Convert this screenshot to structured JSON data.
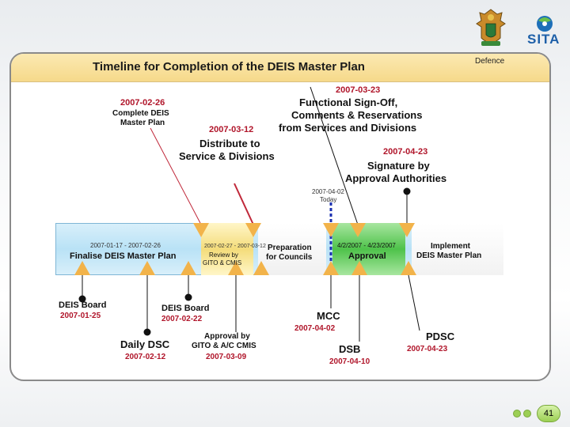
{
  "header": {
    "title": "Timeline for Completion of the DEIS Master Plan",
    "org_label": "Defence"
  },
  "above": {
    "fs_date": "2007-03-23",
    "fs_label": "Functional Sign-Off,",
    "fs_label2": "Comments & Reservations",
    "fs_label3": "from Services and Divisions",
    "cm_date": "2007-02-26",
    "cm_label": "Complete DEIS",
    "cm_label2": "Master Plan",
    "dist_date": "2007-03-12",
    "dist_label": "Distribute to",
    "dist_label2": "Service & Divisions",
    "sig_date": "2007-04-23",
    "sig_label": "Signature by",
    "sig_label2": "Approval Authorities",
    "today_date": "2007-04-02",
    "today_label": "Today"
  },
  "bar": {
    "seg1_dates": "2007-01-17 - 2007-02-26",
    "seg1_label": "Finalise DEIS Master Plan",
    "seg2_dates": "2007-02-27 - 2007-03-12",
    "seg2_label": "Review by",
    "seg2_label2": "GITO & CMIS",
    "seg3_label": "Preparation",
    "seg3_label2": "for Councils",
    "seg4_dates": "4/2/2007 - 4/23/2007",
    "seg4_label": "Approval",
    "seg5_label": "Implement",
    "seg5_label2": "DEIS Master Plan"
  },
  "below": {
    "board1_label": "DEIS Board",
    "board1_date": "2007-01-25",
    "board2_label": "DEIS Board",
    "board2_date": "2007-02-22",
    "dsc_label": "Daily DSC",
    "dsc_date": "2007-02-12",
    "gito_label": "Approval by",
    "gito_label2": "GITO & A/C CMIS",
    "gito_date": "2007-03-09",
    "mcc_label": "MCC",
    "mcc_date": "2007-04-02",
    "dsb_label": "DSB",
    "dsb_date": "2007-04-10",
    "pdsc_label": "PDSC",
    "pdsc_date": "2007-04-23"
  },
  "footer": {
    "page_number": "41"
  },
  "colors": {
    "title_bg": "#f6d98a",
    "date_red": "#b0152a",
    "bar_blue": "#b9e2f6",
    "approval_green": "#4ec24a",
    "today_line": "#1a2fb0"
  }
}
